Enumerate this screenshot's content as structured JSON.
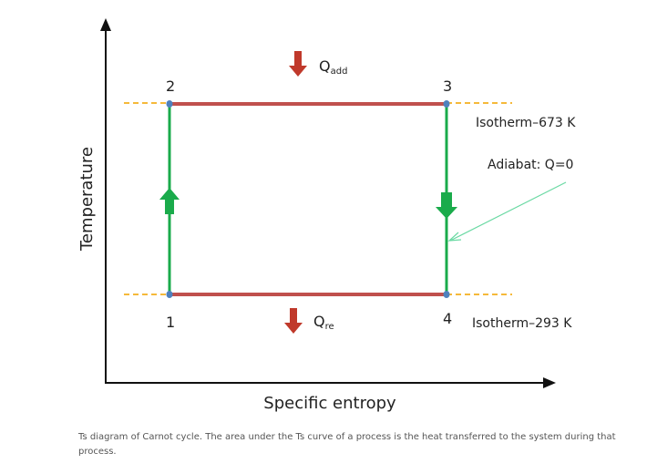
{
  "diagram": {
    "axes": {
      "x_label": "Specific entropy",
      "y_label": "Temperature"
    },
    "points": {
      "p1": "1",
      "p2": "2",
      "p3": "3",
      "p4": "4"
    },
    "heat": {
      "added": {
        "main": "Q",
        "sub": "add"
      },
      "rejected": {
        "main": "Q",
        "sub": "re"
      }
    },
    "isotherm_high": "Isotherm–673 K",
    "isotherm_low": "Isotherm–293 K",
    "adiabat_note": "Adiabat: Q=0",
    "colors": {
      "isotherm_line": "#c0504d",
      "adiabat_line": "#1aab4b",
      "dashed_guide": "#f5b93a",
      "point_marker": "#4f81bd",
      "heat_arrow": "#c0392b",
      "pointer_line": "#6ad9a3",
      "axis": "#111111"
    }
  },
  "caption": "Ts diagram of Carnot cycle. The area under the Ts curve of a process is the heat transferred to the system during that process."
}
